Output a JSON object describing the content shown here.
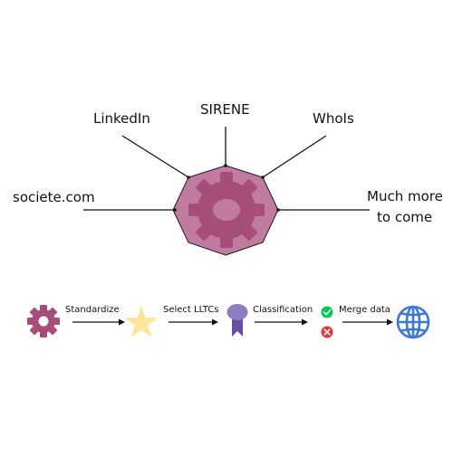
{
  "sources": {
    "linkedin": "LinkedIn",
    "sirene": "SIRENE",
    "whois": "WhoIs",
    "societe": "societe.com",
    "more_line1": "Much more",
    "more_line2": "to come"
  },
  "pipeline": {
    "standardize": "Standardize",
    "select": "Select LLTCs",
    "classification": "Classification",
    "merge": "Merge data"
  },
  "icons": {
    "hub": "gear-icon",
    "step1": "gear-icon",
    "step2": "star-icon",
    "step3": "badge-icon",
    "step4": "check-cross-icon",
    "step5": "globe-icon"
  },
  "colors": {
    "octagon_fill": "#c27ba0",
    "gear_dark": "#a64d79",
    "star": "#ffe599",
    "badge_top": "#8e7cc3",
    "badge_ribbon": "#674ea7",
    "check": "#00c853",
    "cross": "#e53935",
    "globe": "#3c78d8"
  }
}
